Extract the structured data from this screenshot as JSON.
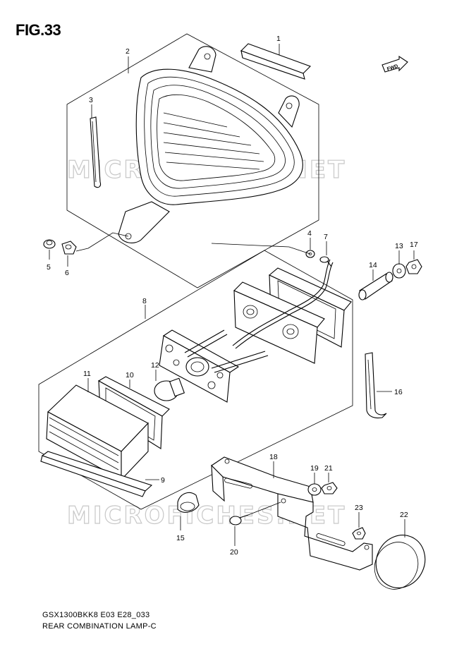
{
  "figure_label": "FIG.33",
  "direction_badge": "FWD",
  "watermark": "MICROFICHES.NET",
  "diagram_code": "GSX1300BKK8 E03 E28_033",
  "diagram_name": "REAR COMBINATION LAMP-C",
  "callouts": {
    "c1": "1",
    "c2": "2",
    "c3": "3",
    "c4": "4",
    "c5": "5",
    "c6": "6",
    "c7": "7",
    "c8": "8",
    "c9": "9",
    "c10": "10",
    "c11": "11",
    "c12": "12",
    "c13": "13",
    "c14": "14",
    "c15": "15",
    "c16": "16",
    "c17": "17",
    "c18": "18",
    "c19": "19",
    "c20": "20",
    "c21": "21",
    "c22": "22",
    "c23": "23"
  }
}
